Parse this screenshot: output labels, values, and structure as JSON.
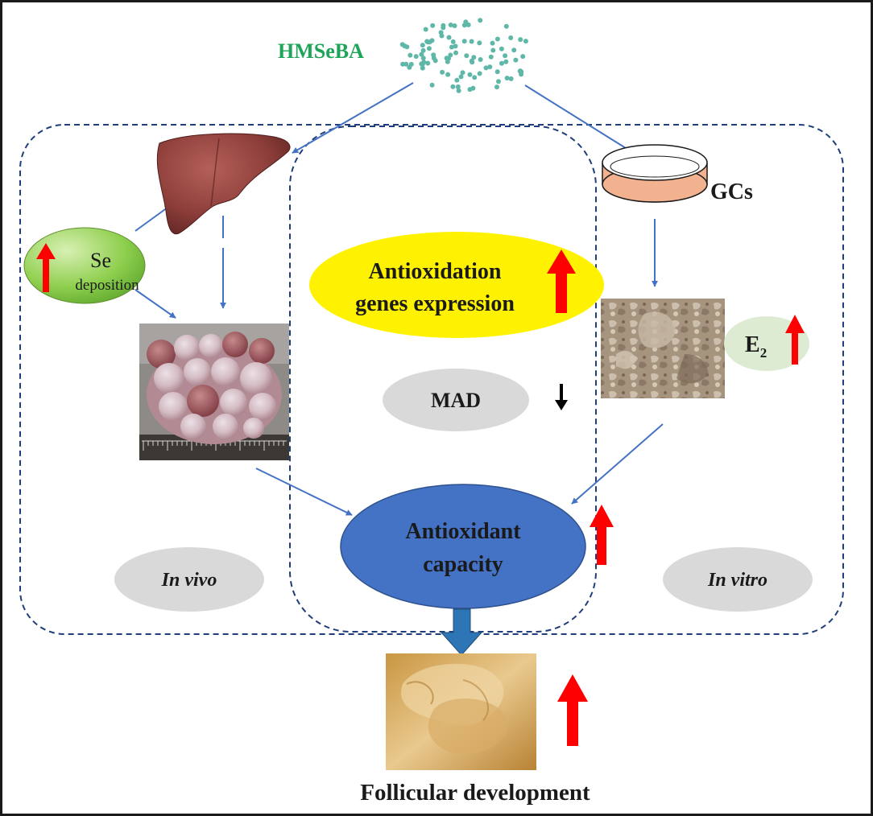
{
  "compound": {
    "label": "HMSeBA",
    "color": "#1fa55a",
    "particle_color": "#5fb7a8"
  },
  "cells": {
    "label": "GCs",
    "dish_fill": "#f2b18f"
  },
  "se": {
    "label": "Se",
    "sublabel": "deposition",
    "fill": "#7cc242"
  },
  "estradiol": {
    "label": "E",
    "subscript": "2",
    "fill": "#dcebd2"
  },
  "genes": {
    "line1": "Antioxidation",
    "line2": "genes expression",
    "fill": "#fff200"
  },
  "mad": {
    "label": "MAD"
  },
  "capacity": {
    "line1": "Antioxidant",
    "line2": "capacity",
    "fill": "#4472c4"
  },
  "in_vivo": {
    "label": "In vivo"
  },
  "in_vitro": {
    "label": "In vitro"
  },
  "outcome": {
    "label": "Follicular development"
  },
  "colors": {
    "up_arrow": "#ff0000",
    "down_arrow": "#000000",
    "flow_arrow": "#4472c4",
    "dashed_border": "#1f3e7a",
    "oval_gray": "#d9d9d9"
  },
  "icons": [
    "liver-image",
    "ovary-image",
    "cell-culture-image",
    "follicle-image",
    "culture-dish-icon",
    "particle-cloud-icon"
  ]
}
